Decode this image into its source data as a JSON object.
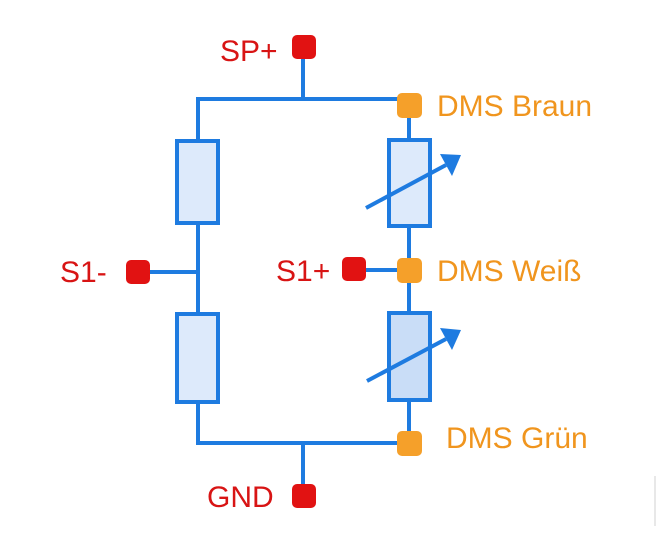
{
  "terminals": {
    "sp_plus": "SP+",
    "s1_minus": "S1-",
    "s1_plus": "S1+",
    "gnd": "GND"
  },
  "strain_gauge_wires": {
    "braun": "DMS Braun",
    "weiss": "DMS Weiß",
    "gruen": "DMS Grün"
  },
  "colors": {
    "wire": "#1e7be0",
    "resistor_fill": "#ddeafb",
    "terminal_pad": "#e11212",
    "terminal_text": "#d81414",
    "gauge_pad": "#f5a02a",
    "gauge_text": "#f0951e"
  }
}
